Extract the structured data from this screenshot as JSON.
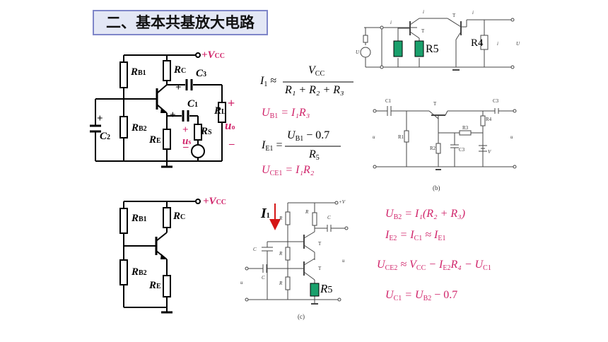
{
  "title": "二、基本共基放大电路",
  "circuit_a": {
    "vcc": "+V",
    "vcc_sub": "CC",
    "rb1": "R",
    "rb1_sub": "B1",
    "rc": "R",
    "rc_sub": "C",
    "c3": "C",
    "c3_sub": "3",
    "c1": "C",
    "c1_sub": "1",
    "rb2": "R",
    "rb2_sub": "B2",
    "re": "R",
    "re_sub": "E",
    "c2": "C",
    "c2_sub": "2",
    "rl": "R",
    "rl_sub": "L",
    "rs": "R",
    "rs_sub": "S",
    "us": "u",
    "us_sub": "s",
    "uo": "u",
    "uo_sub": "o",
    "plus": "+",
    "minus": "–"
  },
  "circuit_b": {
    "vcc": "+V",
    "vcc_sub": "CC",
    "rb1": "R",
    "rb1_sub": "B1",
    "rc": "R",
    "rc_sub": "C",
    "rb2": "R",
    "rb2_sub": "B2",
    "re": "R",
    "re_sub": "E"
  },
  "equations_top": {
    "i1_lhs": "I",
    "i1_lhs_sub": "1",
    "i1_approx": "≈",
    "i1_num": "V",
    "i1_num_sub": "CC",
    "i1_den": "R₁ + R₂ + R₃",
    "ub1": "U",
    "ub1_sub": "B1",
    "ub1_rhs": "= I₁R₃",
    "ie1": "I",
    "ie1_sub": "E1",
    "ie1_eq": "=",
    "ie1_num": "U",
    "ie1_num_sub": "B1",
    "ie1_num_tail": " − 0.7",
    "ie1_den": "R",
    "ie1_den_sub": "5",
    "uce1": "U",
    "uce1_sub": "CE1",
    "uce1_rhs": "= I₁R₂"
  },
  "equations_bottom": {
    "ub2": "U",
    "ub2_sub": "B2",
    "ub2_rhs": "= I₁(R₂ + R₃)",
    "ie2": "I",
    "ie2_sub": "E2",
    "ie2_rhs": "= I",
    "ie2_rhs_sub": "C1",
    "ie2_rhs2": " ≈ I",
    "ie2_rhs2_sub": "E1",
    "uce2": "U",
    "uce2_sub": "CE2",
    "uce2_rhs": "≈ V",
    "uce2_rhs_sub": "CC",
    "uce2_rhs2": " − I",
    "uce2_rhs2_sub": "E2",
    "uce2_rhs3": "R₄ − U",
    "uce2_rhs3_sub": "C1",
    "uc1": "U",
    "uc1_sub": "C1",
    "uc1_rhs": "= U",
    "uc1_rhs_sub": "B2",
    "uc1_tail": " − 0.7"
  },
  "fig_top_right": {
    "ib1": "i",
    "ic1": "i",
    "ic2": "i",
    "t1": "T",
    "t2": "T",
    "r5": "R5",
    "r4": "R4",
    "ui": "U",
    "uo": "U",
    "i_label": "i"
  },
  "fig_b": {
    "c1": "C1",
    "t": "T",
    "c3": "C3",
    "r1": "R1",
    "r2": "R2",
    "r3": "R3",
    "r4": "R4",
    "c_mid": "C3",
    "vcc": "V",
    "ui": "u",
    "uo": "u",
    "caption": "(b)"
  },
  "fig_c": {
    "i1": "I",
    "i1_sub": "1",
    "vcc": "+V",
    "r1": "R",
    "r4": "R",
    "c3": "C",
    "c1": "C",
    "r2": "R",
    "t2": "T",
    "c2": "C",
    "t1": "T",
    "r3": "R",
    "r5": "R",
    "r5_sub": "5",
    "ui": "u",
    "uo": "u",
    "caption": "(c)"
  }
}
